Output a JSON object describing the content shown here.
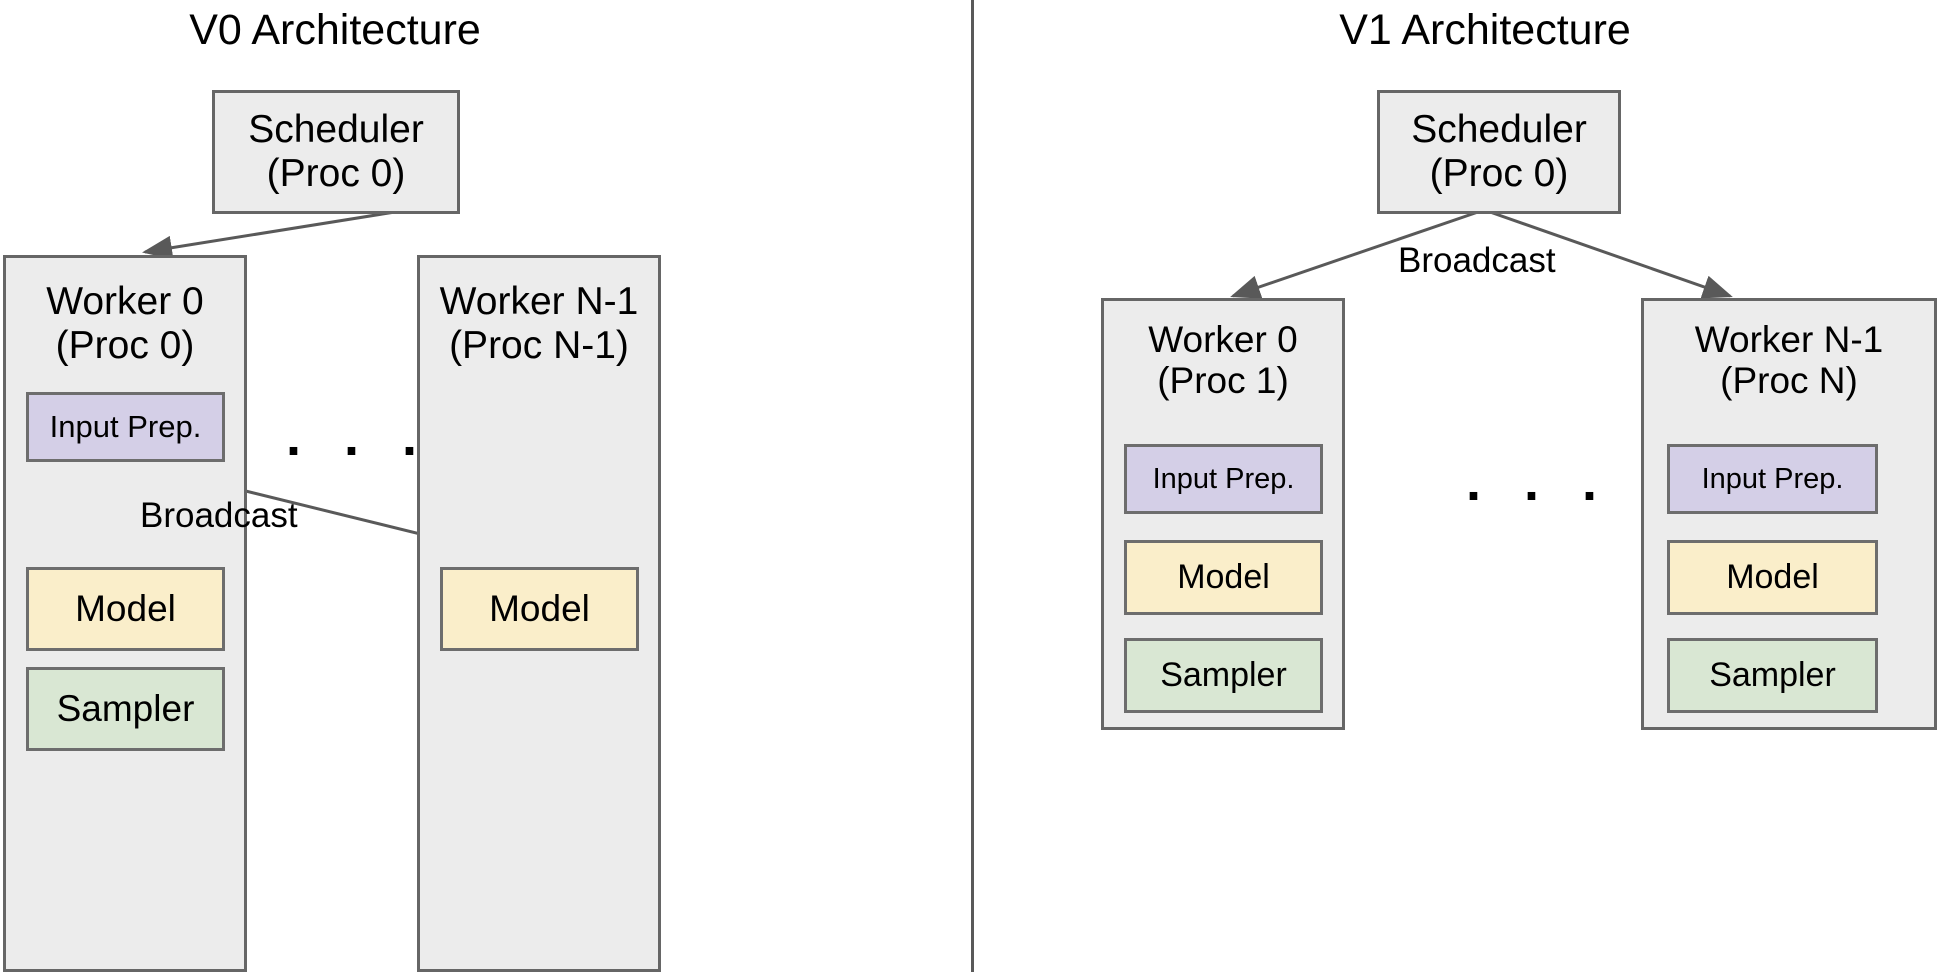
{
  "diagram": {
    "title_left": "V0 Architecture",
    "title_right": "V1 Architecture",
    "divider": "vertical-divider",
    "ellipsis_glyph": ". . .",
    "colors": {
      "node_fill": "#ececec",
      "node_stroke": "#666666",
      "input_prep_fill": "#d4cfe7",
      "model_fill": "#faeeca",
      "sampler_fill": "#d9e7d3",
      "arrow_stroke": "#595959",
      "text": "#000000",
      "background": "#ffffff"
    }
  },
  "v0": {
    "title": "V0 Architecture",
    "scheduler": {
      "label": "Scheduler\n(Proc 0)"
    },
    "worker0": {
      "label": "Worker 0\n(Proc 0)",
      "blocks": [
        {
          "name": "input-prep",
          "label": "Input Prep."
        },
        {
          "name": "model",
          "label": "Model"
        },
        {
          "name": "sampler",
          "label": "Sampler"
        }
      ]
    },
    "workerN": {
      "label": "Worker N-1\n(Proc N-1)",
      "blocks": [
        {
          "name": "model",
          "label": "Model"
        }
      ]
    },
    "edges": [
      {
        "name": "scheduler-to-worker0",
        "label": ""
      },
      {
        "name": "inputprep-to-model-local",
        "label": "Broadcast"
      },
      {
        "name": "inputprep-to-model-remote",
        "label": ""
      }
    ],
    "broadcast_label": "Broadcast",
    "ellipsis": ". . ."
  },
  "v1": {
    "title": "V1 Architecture",
    "scheduler": {
      "label": "Scheduler\n(Proc 0)"
    },
    "worker0": {
      "label": "Worker 0\n(Proc 1)",
      "blocks": [
        {
          "name": "input-prep",
          "label": "Input Prep."
        },
        {
          "name": "model",
          "label": "Model"
        },
        {
          "name": "sampler",
          "label": "Sampler"
        }
      ]
    },
    "workerN": {
      "label": "Worker N-1\n(Proc N)",
      "blocks": [
        {
          "name": "input-prep",
          "label": "Input Prep."
        },
        {
          "name": "model",
          "label": "Model"
        },
        {
          "name": "sampler",
          "label": "Sampler"
        }
      ]
    },
    "edges": [
      {
        "name": "scheduler-to-worker0",
        "label": "Broadcast"
      },
      {
        "name": "scheduler-to-workerN",
        "label": ""
      }
    ],
    "broadcast_label": "Broadcast",
    "ellipsis": ". . ."
  }
}
